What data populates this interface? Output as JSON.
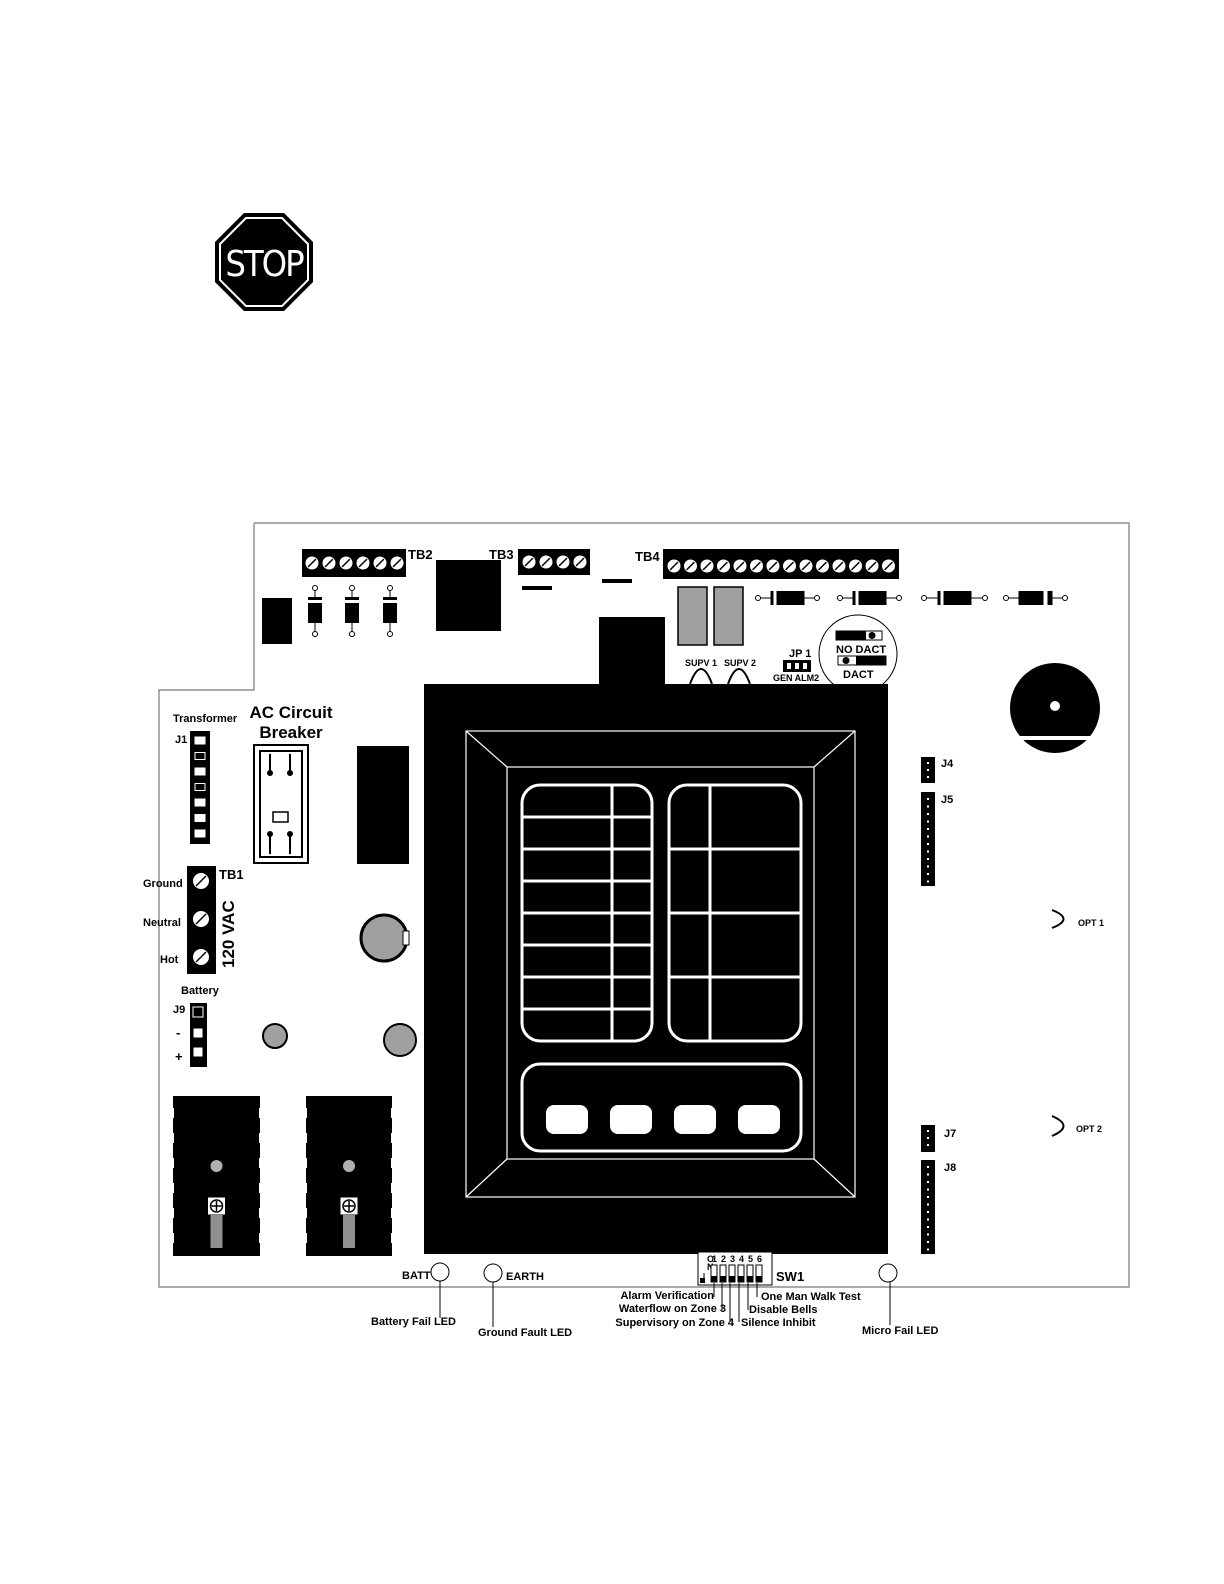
{
  "stop_sign": {
    "text": "STOP"
  },
  "terminal_blocks": {
    "tb1": "TB1",
    "tb2": "TB2",
    "tb3": "TB3",
    "tb4": "TB4",
    "tb1_voltage": "120 VAC"
  },
  "power_labels": {
    "ground": "Ground",
    "neutral": "Neutral",
    "hot": "Hot",
    "transformer": "Transformer",
    "battery": "Battery",
    "minus": "-",
    "plus": "+"
  },
  "breaker": {
    "line1": "AC Circuit",
    "line2": "Breaker"
  },
  "connectors": {
    "j1": "J1",
    "j4": "J4",
    "j5": "J5",
    "j7": "J7",
    "j8": "J8",
    "j9": "J9"
  },
  "supervision": {
    "supv1": "SUPV 1",
    "supv2": "SUPV 2"
  },
  "jumper": {
    "jp1": "JP 1",
    "gen_alm2": "GEN ALM2",
    "no_dact": "NO DACT",
    "dact": "DACT"
  },
  "options": {
    "opt1": "OPT 1",
    "opt2": "OPT 2"
  },
  "leds": {
    "batt": "BATT",
    "earth": "EARTH",
    "battery_fail": "Battery Fail LED",
    "ground_fault": "Ground Fault LED",
    "micro_fail": "Micro Fail LED"
  },
  "switch": {
    "name": "SW1",
    "on_label": "ON",
    "positions": [
      "1",
      "2",
      "3",
      "4",
      "5",
      "6"
    ],
    "functions": {
      "alarm_verification": "Alarm Verification",
      "waterflow_zone3": "Waterflow on Zone 3",
      "supervisory_zone4": "Supervisory on Zone 4",
      "one_man_walk_test": "One Man Walk Test",
      "disable_bells": "Disable Bells",
      "silence_inhibit": "Silence Inhibit"
    }
  }
}
